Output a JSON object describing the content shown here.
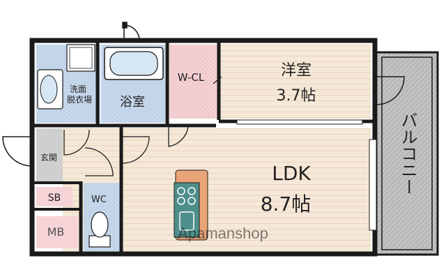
{
  "rooms": {
    "western_room": {
      "name": "洋室",
      "size": "3.7帖"
    },
    "ldk": {
      "name": "LDK",
      "size": "8.7帖"
    },
    "bathroom": {
      "name": "浴室"
    },
    "walk_in_closet": {
      "name": "W-CL"
    },
    "washroom": {
      "name_line1": "洗面",
      "name_line2": "脱衣場"
    },
    "entrance": {
      "name": "玄関"
    },
    "shoe_box": {
      "name": "SB"
    },
    "toilet": {
      "name": "WC"
    },
    "meter_box": {
      "name": "MB"
    },
    "balcony": {
      "name": "バルコニー"
    }
  },
  "watermark": {
    "text": "Apamanshop"
  },
  "colors": {
    "wall": "#1a1a1a",
    "floor_wood": "#f6e8d8",
    "floor_wood_line": "#e7d3bd",
    "wet_area_blue": "#c9d9ec",
    "closet_pink": "#f5d3d6",
    "entrance_gray": "#d4d4d4",
    "balcony_gray": "#bdbdbd",
    "counter_orange": "#e9a477",
    "kitchen_teal": "#4e8f8b"
  },
  "icons": [
    "door-swing-icon",
    "bathtub-icon",
    "sink-icon",
    "toilet-icon",
    "stove-icon",
    "washer-pan-icon"
  ]
}
